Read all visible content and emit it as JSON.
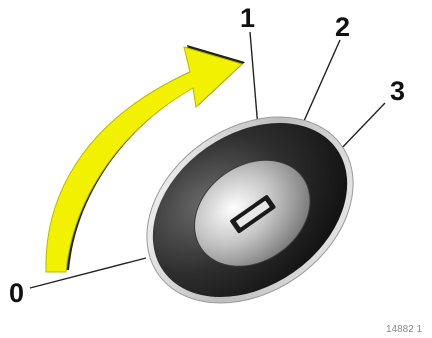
{
  "positions": [
    {
      "id": "pos-0",
      "label": "0"
    },
    {
      "id": "pos-1",
      "label": "1"
    },
    {
      "id": "pos-2",
      "label": "2"
    },
    {
      "id": "pos-3",
      "label": "3"
    }
  ],
  "figure_code": "14882 1",
  "colors": {
    "arrow_fill": "#f2f200",
    "arrow_shadow": "#222222",
    "bezel": "#2a2a2a",
    "chrome_rim": "#d0d0d0",
    "leader_line": "#222222"
  },
  "icons": {
    "arrow": "curved-arrow-icon",
    "lock": "ignition-lock-icon",
    "slot": "key-slot-icon"
  }
}
